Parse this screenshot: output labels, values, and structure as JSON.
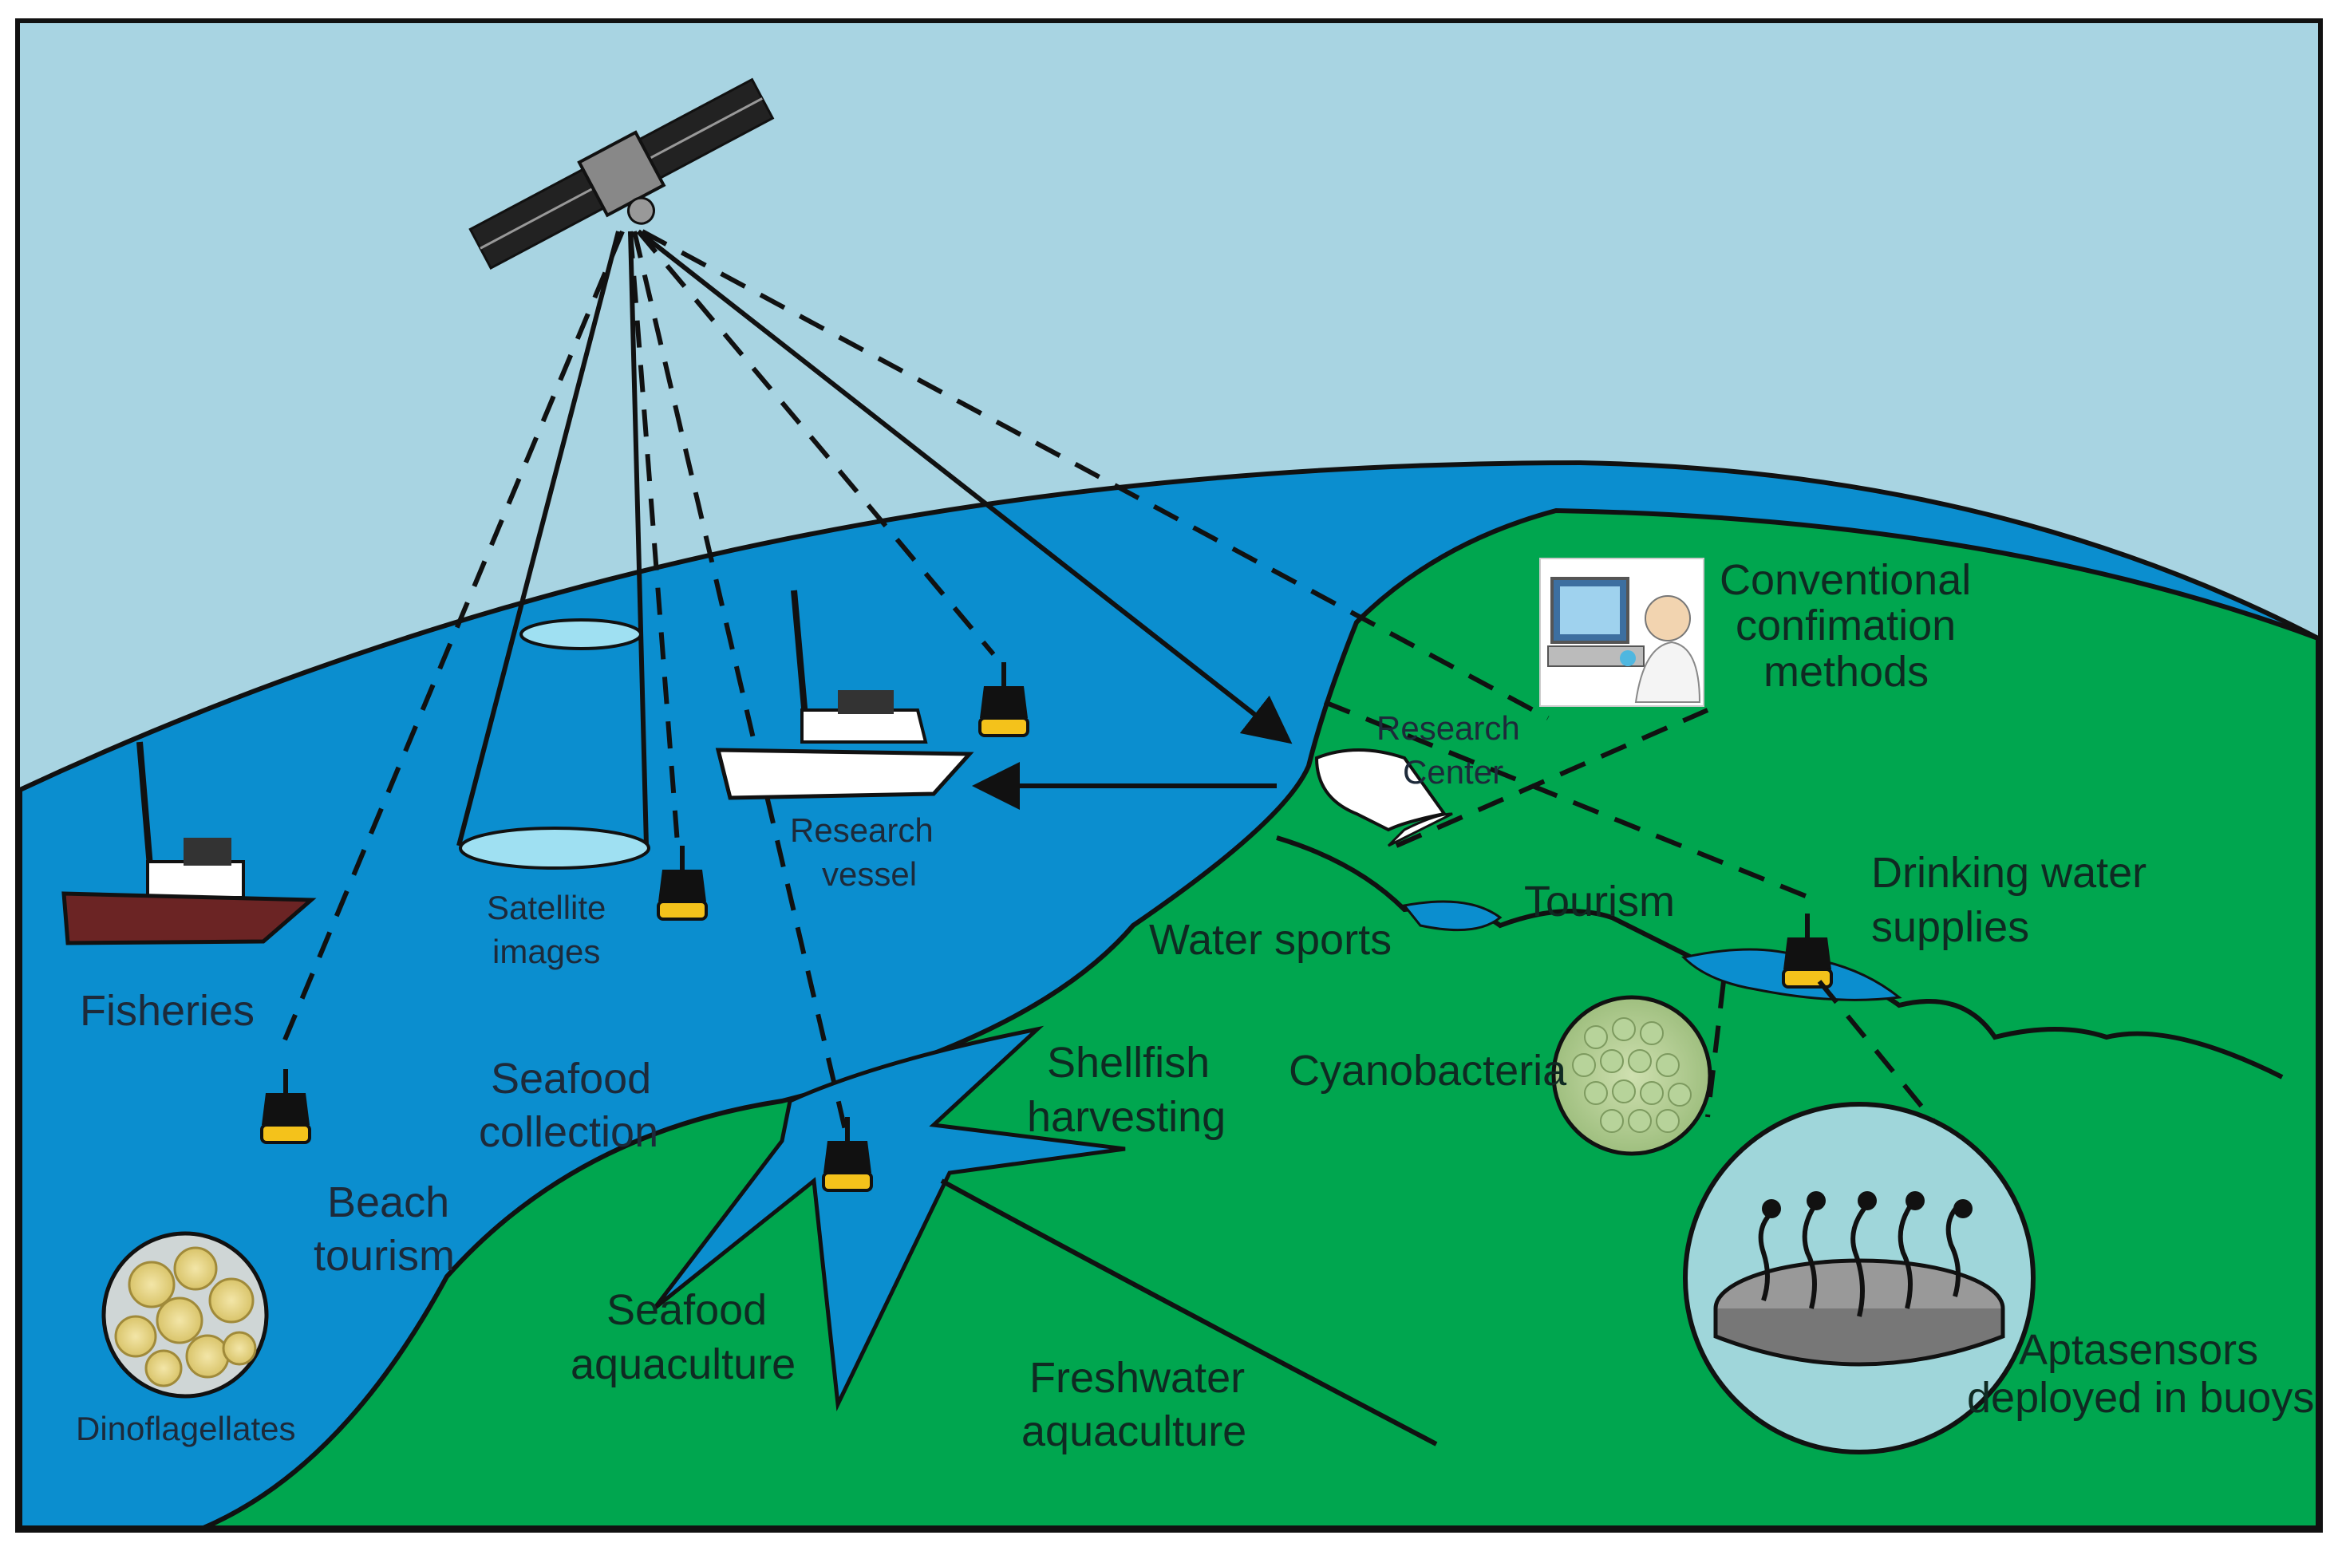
{
  "colors": {
    "sky": "#a8d4e2",
    "sea": "#0b8ecf",
    "land": "#00a64f",
    "outline": "#111111",
    "buoy_yellow": "#f4c21b",
    "boat_dark": "#6b2424"
  },
  "labels": {
    "fisheries": "Fisheries",
    "satellite_images_1": "Satellite",
    "satellite_images_2": "images",
    "research_vessel_1": "Research",
    "research_vessel_2": "vessel",
    "research_center_1": "Research",
    "research_center_2": "Center",
    "conventional_1": "Conventional",
    "conventional_2": "confimation",
    "conventional_3": "methods",
    "drinking_1": "Drinking water",
    "drinking_2": "supplies",
    "tourism": "Tourism",
    "water_sports": "Water sports",
    "cyanobacteria": "Cyanobacteria",
    "shellfish_1": "Shellfish",
    "shellfish_2": "harvesting",
    "seafood_collection_1": "Seafood",
    "seafood_collection_2": "collection",
    "beach_tourism_1": "Beach",
    "beach_tourism_2": "tourism",
    "seafood_aquaculture_1": "Seafood",
    "seafood_aquaculture_2": "aquaculture",
    "freshwater_1": "Freshwater",
    "freshwater_2": "aquaculture",
    "dinoflagellates": "Dinoflagellates",
    "aptasensors_1": "Aptasensors",
    "aptasensors_2": "deployed in buoys"
  }
}
